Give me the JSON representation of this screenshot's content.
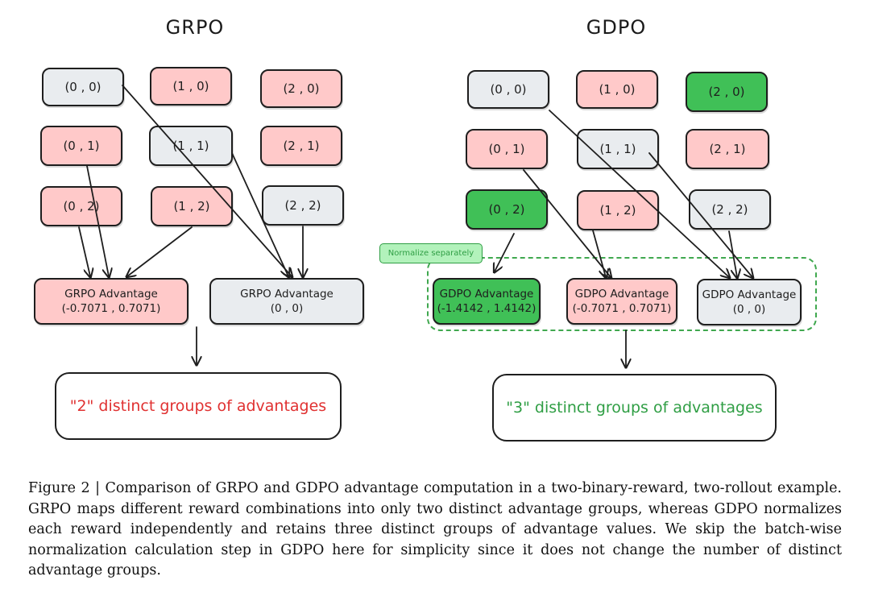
{
  "colors": {
    "pink": "#ffc9c9",
    "gray": "#e9ecef",
    "green": "#40c057",
    "red_text": "#e03131",
    "green_text": "#2f9e44"
  },
  "grpo": {
    "title": "GRPO",
    "nodes": {
      "n00": {
        "label": "(0 , 0)",
        "fill": "gray"
      },
      "n10": {
        "label": "(1 , 0)",
        "fill": "pink"
      },
      "n20": {
        "label": "(2 , 0)",
        "fill": "pink"
      },
      "n01": {
        "label": "(0 , 1)",
        "fill": "pink"
      },
      "n11": {
        "label": "(1 , 1)",
        "fill": "gray"
      },
      "n21": {
        "label": "(2 , 1)",
        "fill": "pink"
      },
      "n02": {
        "label": "(0 , 2)",
        "fill": "pink"
      },
      "n12": {
        "label": "(1 , 2)",
        "fill": "pink"
      },
      "n22": {
        "label": "(2 , 2)",
        "fill": "gray"
      }
    },
    "adv1": {
      "title": "GRPO Advantage",
      "value": "(-0.7071 , 0.7071)",
      "fill": "pink"
    },
    "adv2": {
      "title": "GRPO Advantage",
      "value": "(0 , 0)",
      "fill": "gray"
    },
    "summary": "\"2\" distinct groups of advantages"
  },
  "gdpo": {
    "title": "GDPO",
    "nodes": {
      "n00": {
        "label": "(0 , 0)",
        "fill": "gray"
      },
      "n10": {
        "label": "(1 , 0)",
        "fill": "pink"
      },
      "n20": {
        "label": "(2 , 0)",
        "fill": "green"
      },
      "n01": {
        "label": "(0 , 1)",
        "fill": "pink"
      },
      "n11": {
        "label": "(1 , 1)",
        "fill": "gray"
      },
      "n21": {
        "label": "(2 , 1)",
        "fill": "pink"
      },
      "n02": {
        "label": "(0 , 2)",
        "fill": "green"
      },
      "n12": {
        "label": "(1 , 2)",
        "fill": "pink"
      },
      "n22": {
        "label": "(2 , 2)",
        "fill": "gray"
      }
    },
    "normalize_label": "Normalize separately",
    "adv1": {
      "title": "GDPO Advantage",
      "value": "(-1.4142 , 1.4142)",
      "fill": "green"
    },
    "adv2": {
      "title": "GDPO Advantage",
      "value": "(-0.7071 , 0.7071)",
      "fill": "pink"
    },
    "adv3": {
      "title": "GDPO Advantage",
      "value": "(0 , 0)",
      "fill": "gray"
    },
    "summary": "\"3\" distinct groups of advantages"
  },
  "caption": "Figure 2 | Comparison of GRPO and GDPO advantage computation in a two-binary-reward, two-rollout example. GRPO maps different reward combinations into only two distinct advantage groups, whereas GDPO normalizes each reward independently and retains three distinct groups of advantage values. We skip the batch-wise normalization calculation step in GDPO here for simplicity since it does not change the number of distinct advantage groups."
}
